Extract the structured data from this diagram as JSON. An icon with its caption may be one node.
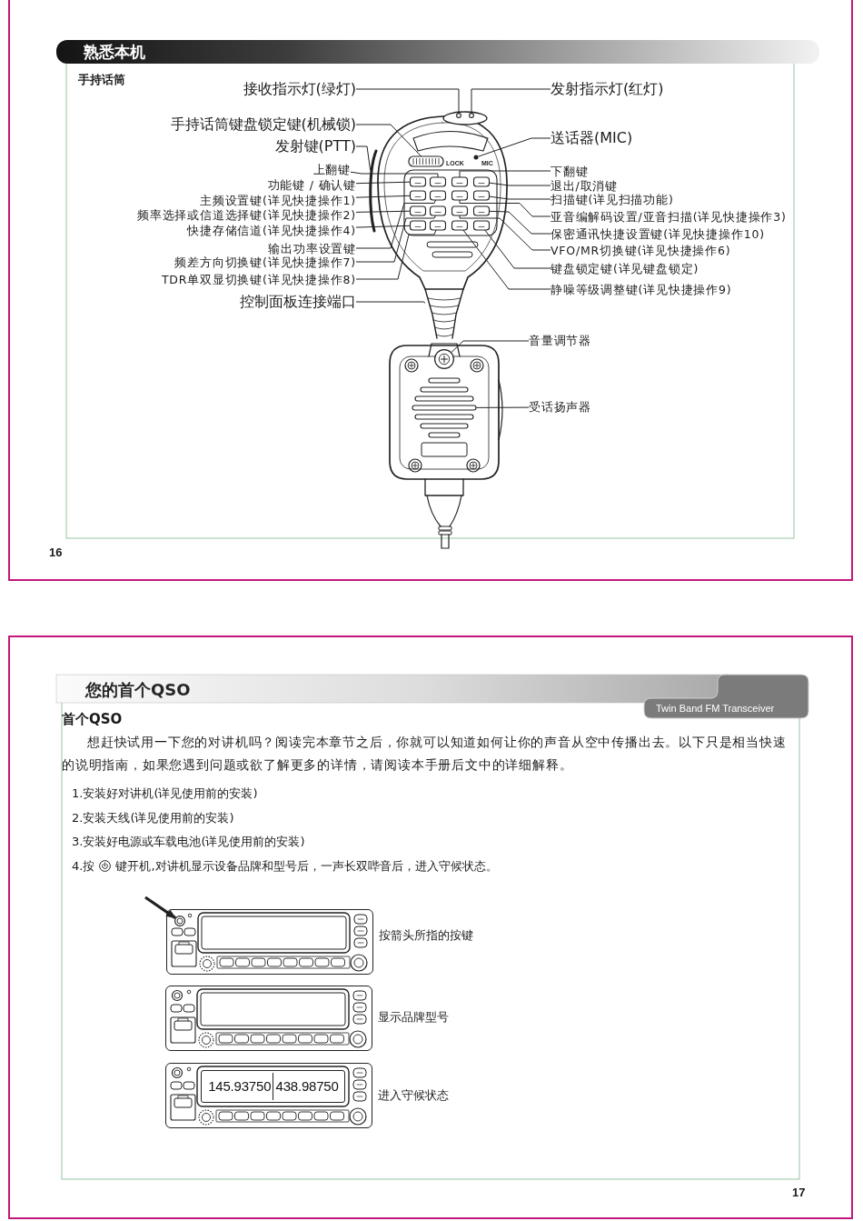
{
  "diagram": {
    "nodes": [
      {
        "text": [
          "接收指示灯(绿灯)"
        ]
      },
      {
        "text": [
          "发射指示灯(红灯)"
        ]
      },
      {
        "text": [
          "手持话筒键盘锁定键(机械锁)"
        ]
      },
      {
        "text": [
          "送话器(MIC)"
        ]
      },
      {
        "text": [
          "发射键(PTT)"
        ]
      },
      {
        "text": [
          "上翻键"
        ]
      },
      {
        "text": [
          "下翻键"
        ]
      },
      {
        "text": [
          "功能键 / 确认键"
        ]
      },
      {
        "text": [
          "退出/取消键"
        ]
      },
      {
        "text": [
          "主频设置键(详见快捷操作1)"
        ]
      },
      {
        "text": [
          "扫描键(详见扫描功能)"
        ]
      },
      {
        "text": [
          "频率选择或信道选择键(详见快捷操作2)"
        ]
      },
      {
        "text": [
          "亚音编解码设置/亚音扫描(详见快捷操作3)"
        ]
      },
      {
        "text": [
          "快捷存储信道(详见快捷操作4)"
        ]
      },
      {
        "text": [
          "保密通讯快捷设置键(详见快捷操作10)"
        ]
      },
      {
        "text": [
          "输出功率设置键"
        ]
      },
      {
        "text": [
          "VFO/MR切换键(详见快捷操作6)"
        ]
      },
      {
        "text": [
          "频差方向切换键(详见快捷操作7)"
        ]
      },
      {
        "text": [
          "键盘锁定键(详见键盘锁定)"
        ]
      },
      {
        "text": [
          "TDR单双显切换键(详见快捷操作8)"
        ]
      },
      {
        "text": [
          "静噪等级调整键(详见快捷操作9)"
        ]
      },
      {
        "text": [
          "控制面板连接端口"
        ]
      },
      {
        "text": [
          "音量调节器"
        ]
      },
      {
        "text": [
          "受话扬声器"
        ]
      },
      {
        "text": [],
        "shape": "picture",
        "beside": [
          "按箭头所指的按键"
        ]
      },
      {
        "text": [],
        "shape": "circle",
        "in": 24
      },
      {
        "text": [],
        "shape": "box",
        "in": 24
      },
      {
        "text": [],
        "shape": "picture",
        "beside": [
          "显示品牌型号"
        ]
      },
      {
        "text": [],
        "shape": "box",
        "in": 27
      },
      {
        "text": [],
        "shape": "picture",
        "beside": [
          "进入守候状态"
        ]
      },
      {
        "text": [
          "145.93750",
          "438.98750"
        ],
        "in": 29
      },
      {
        "text": [],
        "shape": "circle"
      },
      {
        "text": [],
        "shape": "circle"
      },
      {
        "text": [],
        "shape": "box"
      },
      {
        "text": [],
        "shape": "circle"
      },
      {
        "text": [],
        "shape": "bar"
      },
      {
        "text": [],
        "shape": "box"
      },
      {
        "text": [],
        "shape": "box"
      },
      {
        "text": [],
        "shape": "box"
      },
      {
        "text": [],
        "shape": "box"
      },
      {
        "text": [],
        "shape": "box"
      },
      {
        "text": [],
        "shape": "box"
      },
      {
        "text": [],
        "shape": "box"
      },
      {
        "text": [],
        "shape": "box"
      },
      {
        "text": [],
        "shape": "box"
      },
      {
        "text": [],
        "shape": "box"
      },
      {
        "text": [],
        "shape": "box"
      },
      {
        "text": [],
        "shape": "box"
      },
      {
        "text": [],
        "shape": "box"
      },
      {
        "text": [],
        "shape": "box"
      },
      {
        "text": [],
        "shape": "box"
      },
      {
        "text": [],
        "shape": "box"
      },
      {
        "text": [],
        "shape": "cable"
      },
      {
        "text": [],
        "shape": "circle"
      },
      {
        "text": [],
        "shape": "grille"
      }
    ],
    "edges": [
      {
        "from": 0,
        "to": 31,
        "arrow": "none"
      },
      {
        "from": 1,
        "to": 32,
        "arrow": "none"
      },
      {
        "from": 2,
        "to": 33,
        "arrow": "none"
      },
      {
        "from": 3,
        "to": 34,
        "arrow": "none"
      },
      {
        "from": 4,
        "to": 35,
        "arrow": "none"
      },
      {
        "from": 5,
        "to": 37,
        "arrow": "none"
      },
      {
        "from": 6,
        "to": 38,
        "arrow": "none"
      },
      {
        "from": 7,
        "to": 36,
        "arrow": "none"
      },
      {
        "from": 8,
        "to": 39,
        "arrow": "none"
      },
      {
        "from": 9,
        "to": 40,
        "arrow": "none"
      },
      {
        "from": 10,
        "to": 43,
        "arrow": "none"
      },
      {
        "from": 11,
        "to": 44,
        "arrow": "none"
      },
      {
        "from": 12,
        "to": 42,
        "arrow": "none"
      },
      {
        "from": 13,
        "to": 48,
        "arrow": "none"
      },
      {
        "from": 14,
        "to": 47,
        "arrow": "none"
      },
      {
        "from": 15,
        "to": 41,
        "arrow": "none"
      },
      {
        "from": 16,
        "to": 46,
        "arrow": "none"
      },
      {
        "from": 17,
        "to": 45,
        "arrow": "none"
      },
      {
        "from": 18,
        "to": 51,
        "arrow": "none"
      },
      {
        "from": 19,
        "to": 49,
        "arrow": "none"
      },
      {
        "from": 20,
        "to": 50,
        "arrow": "none"
      },
      {
        "from": 21,
        "to": 52,
        "arrow": "none"
      },
      {
        "from": 22,
        "to": 53,
        "arrow": "none"
      },
      {
        "from": 23,
        "to": 54,
        "arrow": "none"
      },
      {
        "from": null,
        "to": 25,
        "arrow": "to",
        "style": "thick"
      }
    ],
    "labels": [
      "熟悉本机",
      "手持话筒",
      "LOCK",
      "MIC",
      "16",
      "您的首个QSO",
      "Twin Band FM Transceiver",
      "首个QSO",
      "想赶快试用一下您的对讲机吗？阅读完本章节之后，你就可以知道如何让你的声音从空中传播出去。以下只是相当快速的说明指南，如果您遇到问题或欲了解更多的详情，请阅读本手册后文中的详细解释。",
      "1.安装好对讲机(详见使用前的安装)",
      "2.安装天线(详见使用前的安装)",
      "3.安装好电源或车载电池(详见使用前的安装)",
      "4.按",
      "键开机,对讲机显示设备品牌和型号后，一声长双哔音后，进入守候状态。",
      "17"
    ]
  }
}
